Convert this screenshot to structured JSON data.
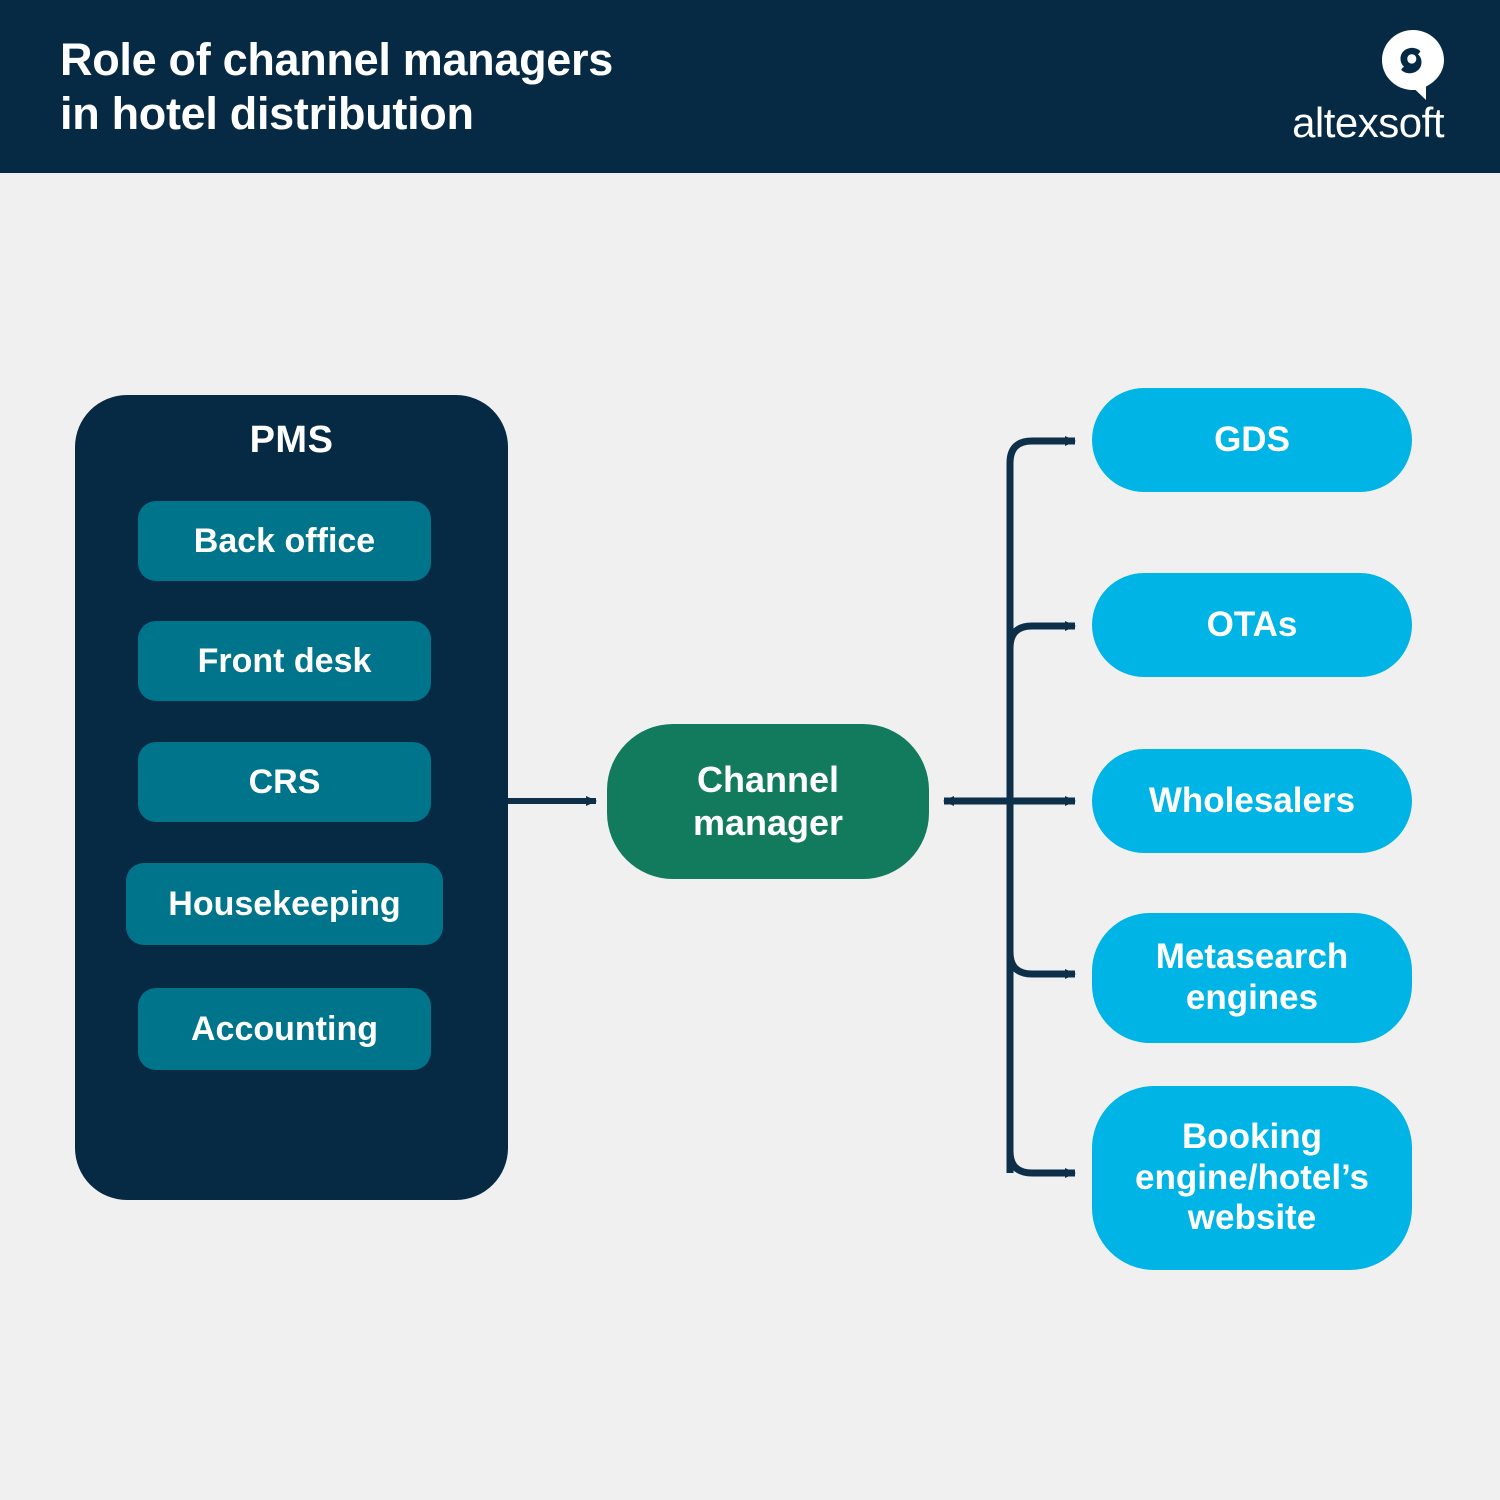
{
  "header": {
    "title": "Role of channel managers\nin hotel distribution",
    "logo_word": "altexsoft",
    "logo_mark_name": "altexsoft-speech-bubble-logo",
    "background_color": "#062a43",
    "text_color": "#ffffff"
  },
  "colors": {
    "page_background": "#f0f0f0",
    "navy": "#062a43",
    "teal": "#00748b",
    "green": "#137b5d",
    "cyan": "#00b4e5",
    "connector": "#0e2f4a",
    "white": "#ffffff"
  },
  "diagram": {
    "pms": {
      "title": "PMS",
      "modules": [
        {
          "label": "Back office",
          "width": "narrow"
        },
        {
          "label": "Front desk",
          "width": "narrow"
        },
        {
          "label": "CRS",
          "width": "narrow"
        },
        {
          "label": "Housekeeping",
          "width": "wide"
        },
        {
          "label": "Accounting",
          "width": "narrow"
        }
      ]
    },
    "channel_manager": {
      "label": "Channel\nmanager"
    },
    "channels": [
      {
        "label": "GDS"
      },
      {
        "label": "OTAs"
      },
      {
        "label": "Wholesalers"
      },
      {
        "label": "Metasearch\nengines"
      },
      {
        "label": "Booking\nengine/hotel’s\nwebsite"
      }
    ],
    "connections": [
      {
        "from": "CRS",
        "to": "Channel manager",
        "type": "bidirectional"
      },
      {
        "from": "Channel manager",
        "to": "GDS",
        "type": "arrow"
      },
      {
        "from": "Channel manager",
        "to": "OTAs",
        "type": "arrow"
      },
      {
        "from": "Channel manager",
        "to": "Wholesalers",
        "type": "bidirectional"
      },
      {
        "from": "Channel manager",
        "to": "Metasearch engines",
        "type": "arrow"
      },
      {
        "from": "Channel manager",
        "to": "Booking engine/hotel’s website",
        "type": "arrow"
      }
    ]
  }
}
